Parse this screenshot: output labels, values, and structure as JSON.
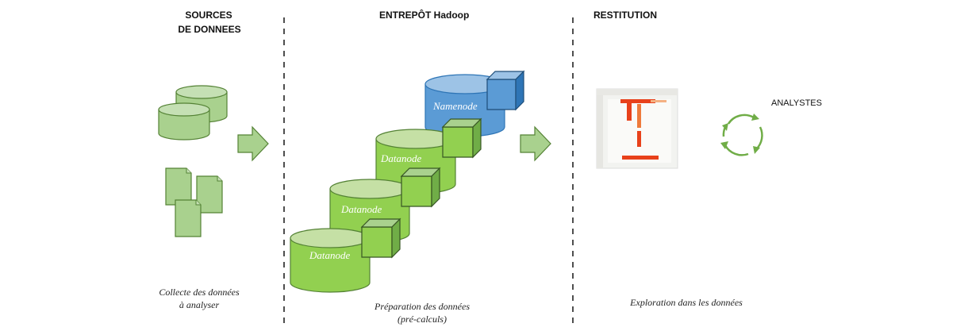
{
  "columns": {
    "sources": {
      "title_line1": "SOURCES",
      "title_line2": "DE DONNEES",
      "caption_line1": "Collecte des données",
      "caption_line2": "à analyser"
    },
    "warehouse": {
      "title": "ENTREPÔT Hadoop",
      "caption_line1": "Préparation des données",
      "caption_line2": "(pré-calculs)"
    },
    "restitution": {
      "title": "RESTITUTION",
      "caption": "Exploration dans les données",
      "analysts_label": "ANALYSTES"
    }
  },
  "nodes": {
    "namenode": "Namenode",
    "datanode_1": "Datanode",
    "datanode_2": "Datanode",
    "datanode_3": "Datanode"
  },
  "colors": {
    "green_fill": "#a9d18e",
    "green_dark": "#70ad47",
    "green_stroke": "#548235",
    "node_green": "#92d050",
    "node_green_top": "#c5e0a5",
    "blue_fill": "#5b9bd5",
    "blue_top": "#9dc3e6",
    "blue_stroke": "#2e75b6",
    "divider": "#222222",
    "red_shape": "#e8411b"
  }
}
